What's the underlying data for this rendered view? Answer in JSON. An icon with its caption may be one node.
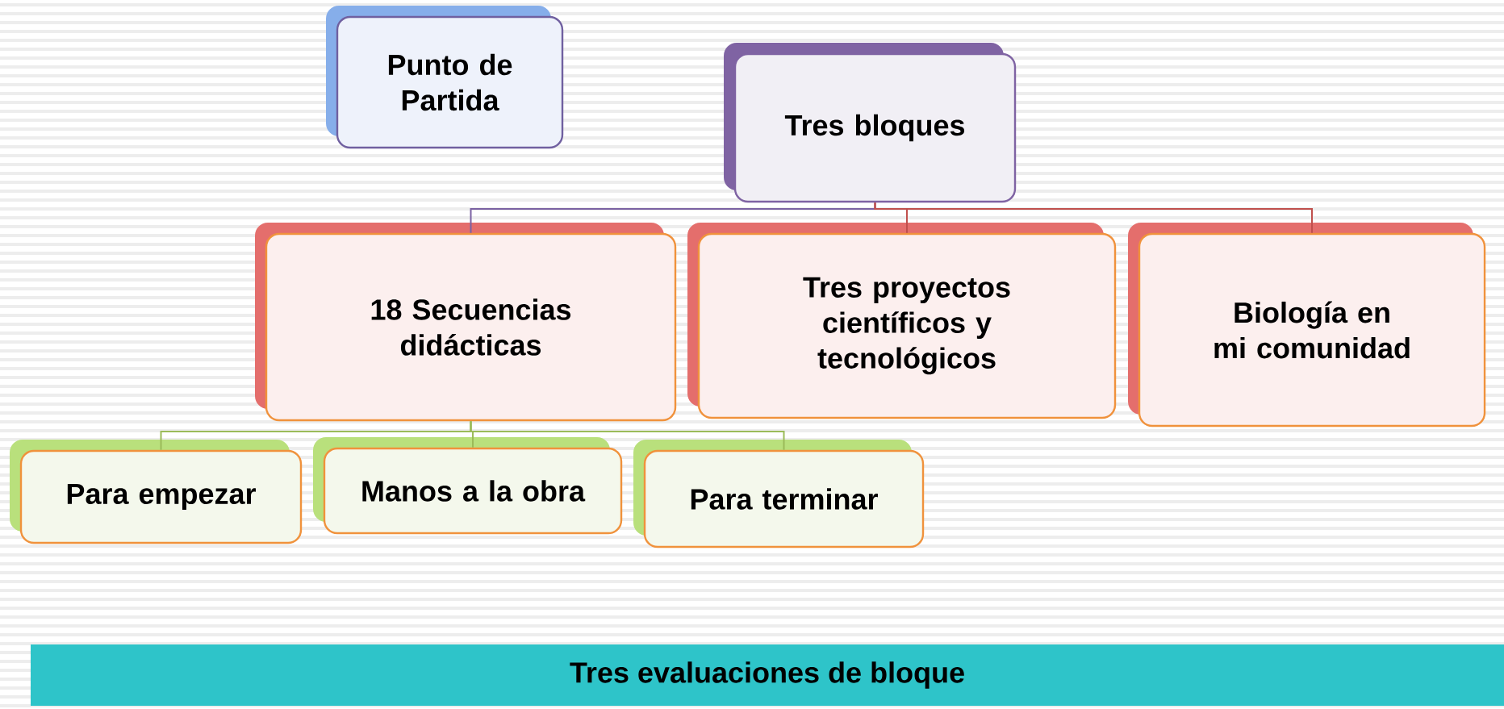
{
  "diagram": {
    "nodes": [
      {
        "text": [
          "Punto de Partida"
        ]
      },
      {
        "text": [
          "Tres bloques"
        ]
      },
      {
        "text": [
          "18 Secuencias didácticas"
        ]
      },
      {
        "text": [
          "Tres proyectos científicos y tecnológicos"
        ]
      },
      {
        "text": [
          "Biología en mi comunidad"
        ]
      },
      {
        "text": [
          "Para empezar"
        ]
      },
      {
        "text": [
          "Manos a la obra"
        ]
      },
      {
        "text": [
          "Para terminar"
        ]
      },
      {
        "text": [
          "Tres evaluaciones de bloque"
        ]
      }
    ],
    "edges": [
      {
        "from": 1,
        "to": 2,
        "arrow": "none",
        "color": "#7b62a3"
      },
      {
        "from": 1,
        "to": 3,
        "arrow": "none",
        "color": "#c0504d"
      },
      {
        "from": 1,
        "to": 4,
        "arrow": "none",
        "color": "#c0504d"
      },
      {
        "from": 2,
        "to": 5,
        "arrow": "none",
        "color": "#9bbb59"
      },
      {
        "from": 2,
        "to": 6,
        "arrow": "none",
        "color": "#9bbb59"
      },
      {
        "from": 2,
        "to": 7,
        "arrow": "none",
        "color": "#9bbb59"
      }
    ]
  }
}
